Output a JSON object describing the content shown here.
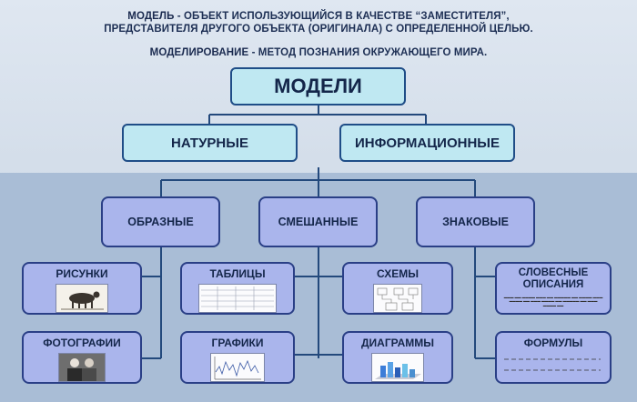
{
  "header": {
    "term1": "МОДЕЛЬ",
    "def1": " - ОБЪЕКТ ИСПОЛЬЗУЮЩИЙСЯ В КАЧЕСТВЕ “ЗАМЕСТИТЕЛЯ”,",
    "def1_line2": "ПРЕДСТАВИТЕЛЯ ДРУГОГО ОБЪЕКТА (ОРИГИНАЛА) С ОПРЕДЕЛЕННОЙ ЦЕЛЬЮ.",
    "term2": "МОДЕЛИРОВАНИЕ",
    "def2": " - МЕТОД ПОЗНАНИЯ ОКРУЖАЮЩЕГО МИРА."
  },
  "nodes": {
    "models": "МОДЕЛИ",
    "natural": "НАТУРНЫЕ",
    "informational": "ИНФОРМАЦИОННЫЕ",
    "figurative": "ОБРАЗНЫЕ",
    "mixed": "СМЕШАННЫЕ",
    "sign": "ЗНАКОВЫЕ"
  },
  "leaves": {
    "drawings": "РИСУНКИ",
    "photos": "ФОТОГРАФИИ",
    "tables": "ТАБЛИЦЫ",
    "graphs": "ГРАФИКИ",
    "schemes": "СХЕМЫ",
    "diagrams": "ДИАГРАММЫ",
    "verbal_line1": "СЛОВЕСНЫЕ",
    "verbal_line2": "ОПИСАНИЯ",
    "formulas": "ФОРМУЛЫ"
  }
}
